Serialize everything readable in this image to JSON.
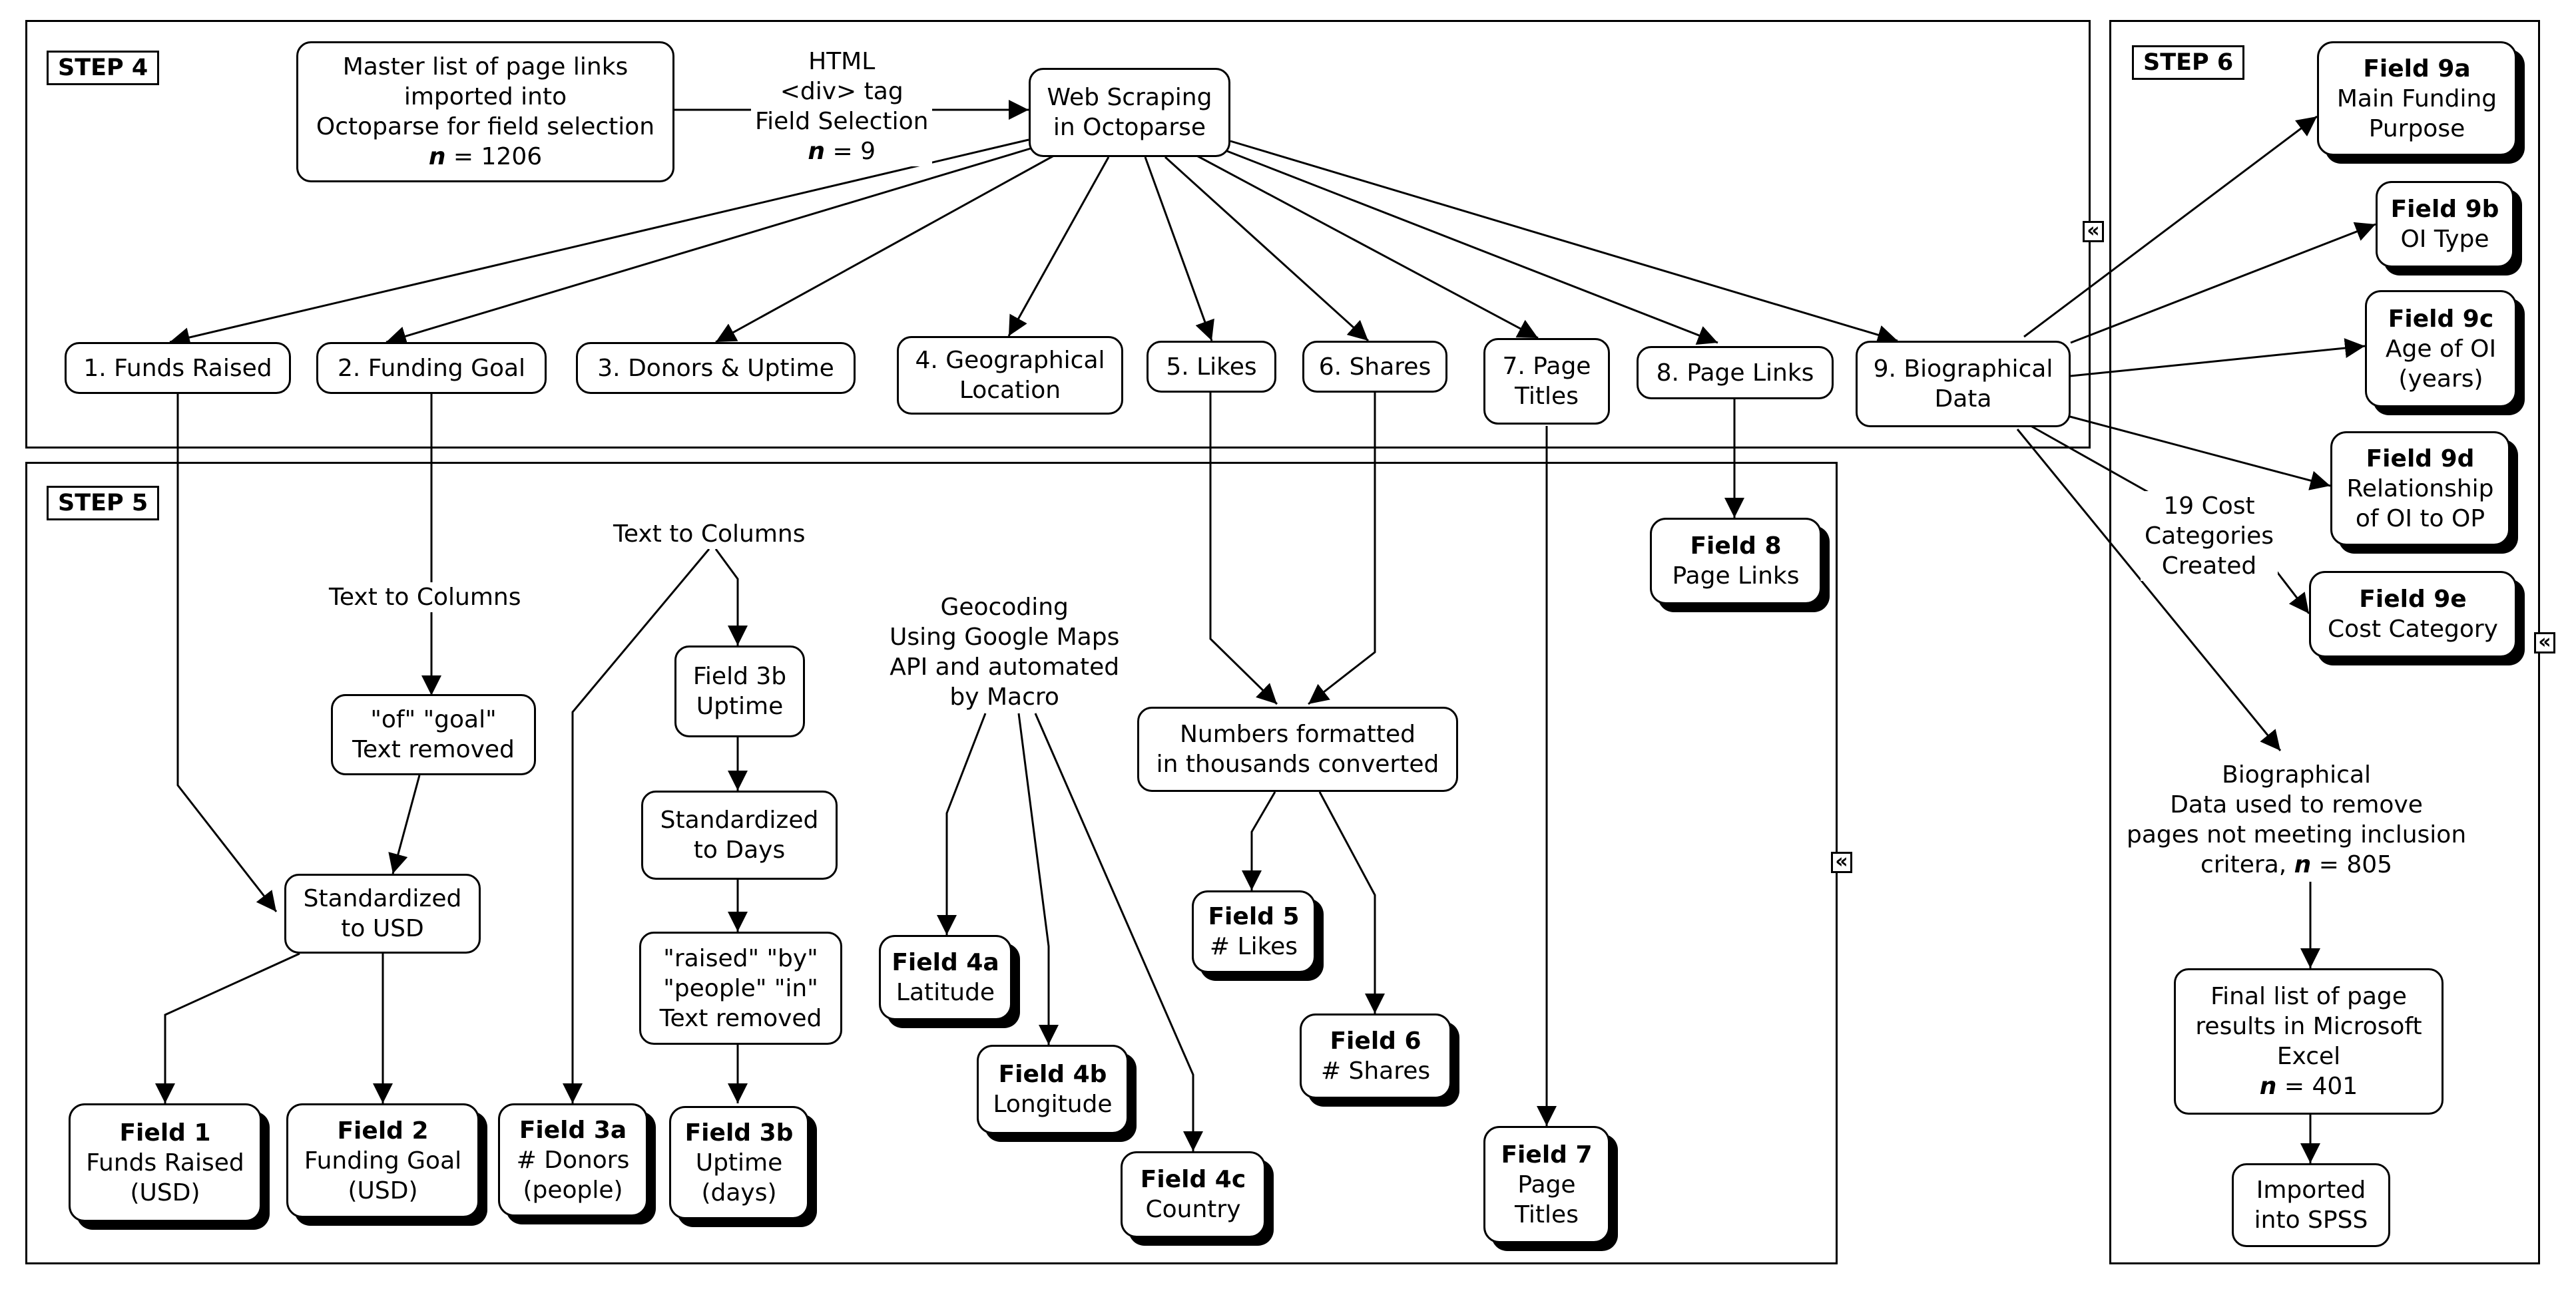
{
  "steps": {
    "step4": "STEP 4",
    "step5": "STEP 5",
    "step6": "STEP 6"
  },
  "nodes": {
    "master": [
      "Master list of page links",
      "imported into",
      "Octoparse for field selection"
    ],
    "master_n": "= 1206",
    "web": [
      "Web Scraping",
      "in Octoparse"
    ],
    "f1": "1. Funds Raised",
    "f2": "2. Funding Goal",
    "f3": "3. Donors & Uptime",
    "f4": [
      "4. Geographical",
      "Location"
    ],
    "f5": "5. Likes",
    "f6": "6. Shares",
    "f7": [
      "7. Page",
      "Titles"
    ],
    "f8": "8. Page Links",
    "f9": [
      "9. Biographical",
      "Data"
    ],
    "of_goal": [
      "\"of\" \"goal\"",
      "Text removed"
    ],
    "std_usd": [
      "Standardized",
      "to USD"
    ],
    "f3b_up": [
      "Field 3b",
      "Uptime"
    ],
    "std_days": [
      "Standardized",
      "to Days"
    ],
    "raised_by": [
      "\"raised\" \"by\"",
      "\"people\" \"in\"",
      "Text removed"
    ],
    "numbers": [
      "Numbers formatted",
      "in thousands converted"
    ],
    "final_list": [
      "Final list of page",
      "results in Microsoft",
      "Excel"
    ],
    "final_n": "= 401",
    "spss": [
      "Imported",
      "into SPSS"
    ]
  },
  "fields": {
    "field1": {
      "title": "Field 1",
      "lines": [
        "Funds Raised",
        "(USD)"
      ]
    },
    "field2": {
      "title": "Field 2",
      "lines": [
        "Funding Goal",
        "(USD)"
      ]
    },
    "field3a": {
      "title": "Field 3a",
      "lines": [
        "# Donors",
        "(people)"
      ]
    },
    "field3b": {
      "title": "Field 3b",
      "lines": [
        "Uptime",
        "(days)"
      ]
    },
    "field4a": {
      "title": "Field 4a",
      "lines": [
        "Latitude"
      ]
    },
    "field4b": {
      "title": "Field 4b",
      "lines": [
        "Longitude"
      ]
    },
    "field4c": {
      "title": "Field 4c",
      "lines": [
        "Country"
      ]
    },
    "field5": {
      "title": "Field 5",
      "lines": [
        "# Likes"
      ]
    },
    "field6": {
      "title": "Field 6",
      "lines": [
        "# Shares"
      ]
    },
    "field7": {
      "title": "Field 7",
      "lines": [
        "Page",
        "Titles"
      ]
    },
    "field8": {
      "title": "Field 8",
      "lines": [
        "Page Links"
      ]
    },
    "field9a": {
      "title": "Field 9a",
      "lines": [
        "Main Funding",
        "Purpose"
      ]
    },
    "field9b": {
      "title": "Field 9b",
      "lines": [
        "OI Type"
      ]
    },
    "field9c": {
      "title": "Field 9c",
      "lines": [
        "Age of OI",
        "(years)"
      ]
    },
    "field9d": {
      "title": "Field 9d",
      "lines": [
        "Relationship",
        "of OI to OP"
      ]
    },
    "field9e": {
      "title": "Field 9e",
      "lines": [
        "Cost Category"
      ]
    }
  },
  "edge_labels": {
    "html": [
      "HTML",
      "<div> tag",
      "Field Selection"
    ],
    "html_n": "= 9",
    "ttc1": "Text to Columns",
    "ttc2": "Text to Columns",
    "geocoding": [
      "Geocoding",
      "Using Google Maps",
      "API and automated",
      "by Macro"
    ],
    "cost_cat": [
      "19 Cost",
      "Categories",
      "Created"
    ],
    "bio_used": [
      "Biographical",
      "Data used to remove",
      "pages not meeting inclusion"
    ],
    "bio_used_last": "critera,",
    "bio_n": "= 805"
  },
  "n_symbol": "n",
  "collapse_glyph": "«"
}
